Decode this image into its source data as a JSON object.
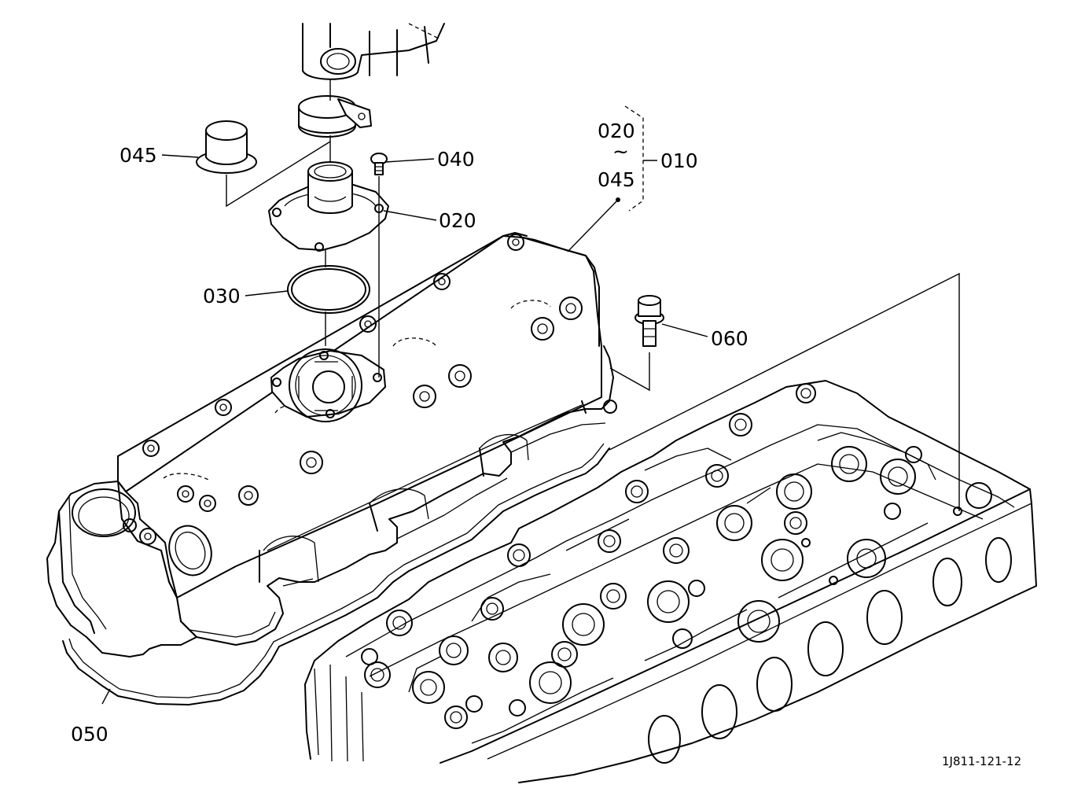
{
  "diagram": {
    "labels": {
      "p010": "010",
      "p020": "020",
      "p030": "030",
      "p040": "040",
      "p045": "045",
      "p050": "050",
      "p060": "060",
      "range_start": "020",
      "range_tilde": "~",
      "range_end": "045"
    },
    "drawing_number": "1J811-121-12"
  }
}
